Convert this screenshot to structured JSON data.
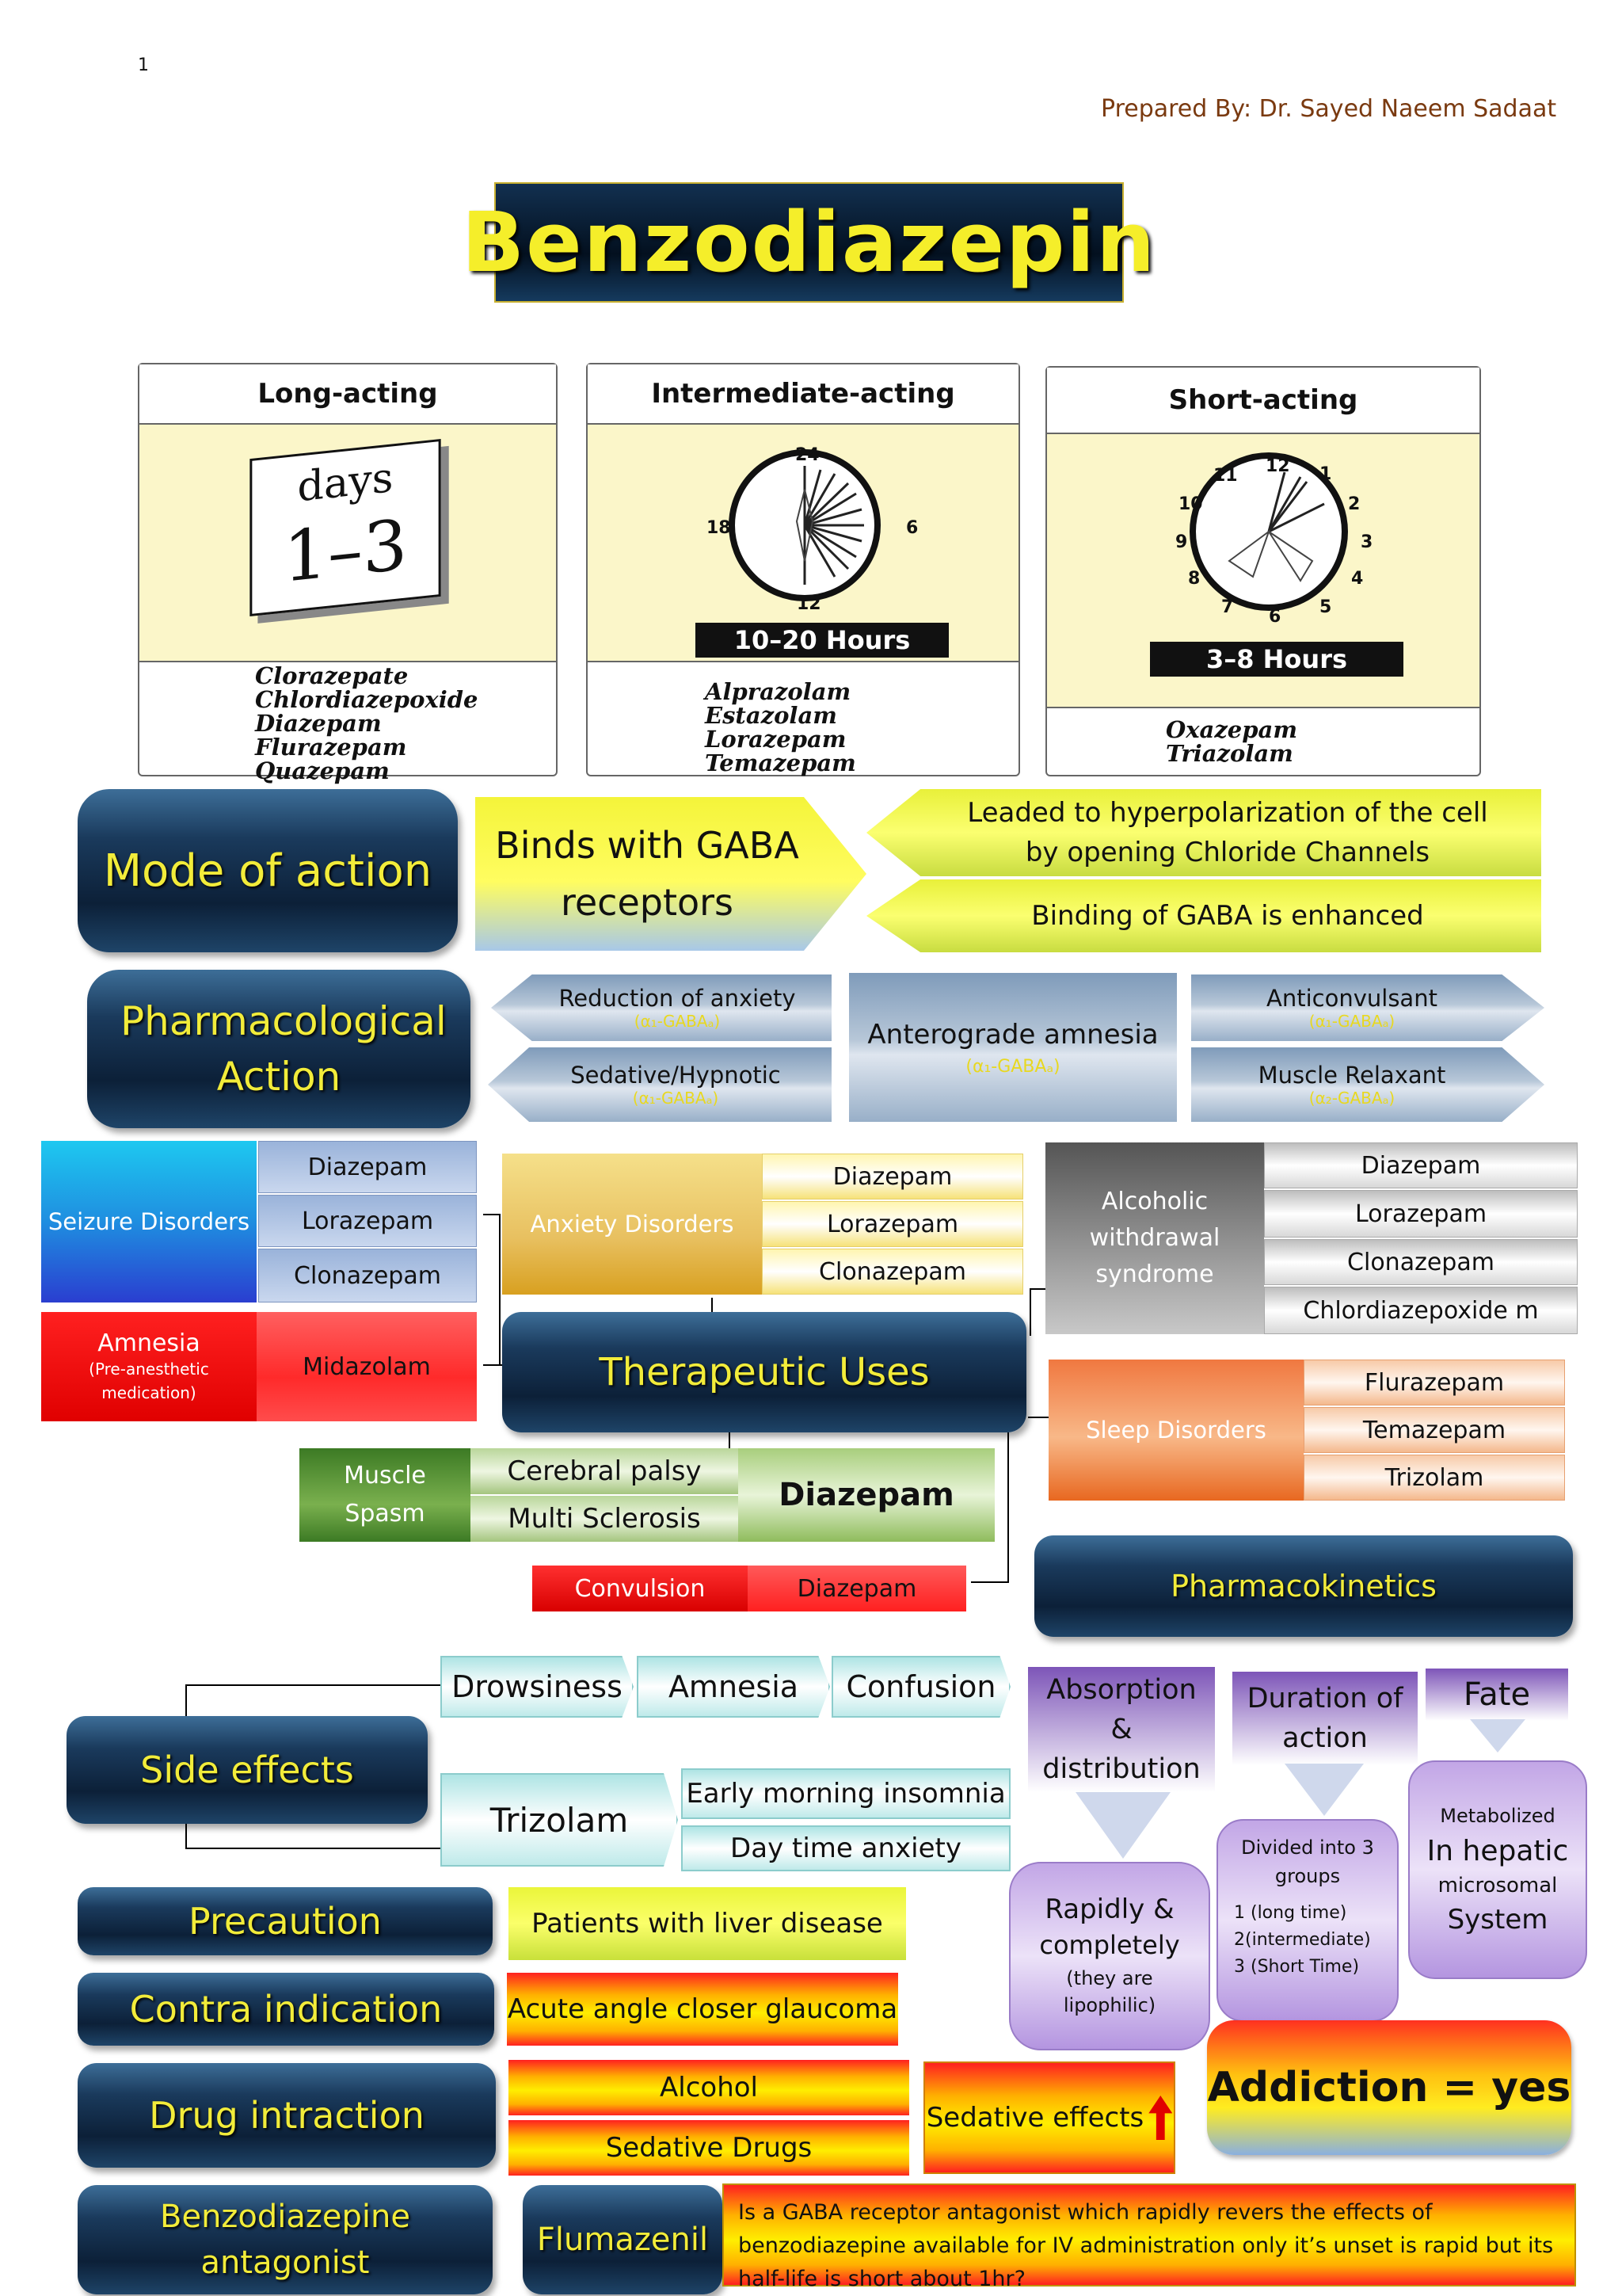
{
  "page": {
    "number": "1",
    "prepared_by": "Prepared By: Dr. Sayed Naeem Sadaat"
  },
  "title": "Benzodiazepin",
  "durations": [
    {
      "header": "Long-acting",
      "graphic_top": "days",
      "graphic_bottom": "1–3",
      "label": "",
      "drugs": [
        "Clorazepate",
        "Chlordiazepoxide",
        "Diazepam",
        "Flurazepam",
        "Quazepam"
      ]
    },
    {
      "header": "Intermediate-acting",
      "clock_numbers": [
        "24",
        "6",
        "12",
        "18"
      ],
      "label": "10–20 Hours",
      "drugs": [
        "Alprazolam",
        "Estazolam",
        "Lorazepam",
        "Temazepam"
      ]
    },
    {
      "header": "Short-acting",
      "clock_numbers": [
        "12",
        "1",
        "2",
        "3",
        "4",
        "5",
        "6",
        "7",
        "8",
        "9",
        "10",
        "11"
      ],
      "label": "3–8 Hours",
      "drugs": [
        "Oxazepam",
        "Triazolam"
      ]
    }
  ],
  "mode_of_action": {
    "label": "Mode of action",
    "binds": "Binds with GABA receptors",
    "effects": [
      "Leaded to hyperpolarization of the cell by opening Chloride Channels",
      "Binding of GABA is enhanced"
    ]
  },
  "pharmacological_action": {
    "label": "Pharmacological Action",
    "items": [
      {
        "name": "Reduction of anxiety",
        "sub": "(α₁-GABAₐ)"
      },
      {
        "name": "Sedative/Hypnotic",
        "sub": "(α₁-GABAₐ)"
      },
      {
        "name": "Anterograde amnesia",
        "sub": "(α₁-GABAₐ)"
      },
      {
        "name": "Anticonvulsant",
        "sub": "(α₁-GABAₐ)"
      },
      {
        "name": "Muscle Relaxant",
        "sub": "(α₂-GABAₐ)"
      }
    ]
  },
  "therapeutic_uses": {
    "label": "Therapeutic Uses",
    "seizure": {
      "label": "Seizure Disorders",
      "drugs": [
        "Diazepam",
        "Lorazepam",
        "Clonazepam"
      ]
    },
    "amnesia": {
      "label": "Amnesia",
      "sub": "(Pre-anesthetic medication)",
      "drug": "Midazolam"
    },
    "anxiety": {
      "label": "Anxiety Disorders",
      "drugs": [
        "Diazepam",
        "Lorazepam",
        "Clonazepam"
      ]
    },
    "alcoholic": {
      "label": "Alcoholic withdrawal syndrome",
      "drugs": [
        "Diazepam",
        "Lorazepam",
        "Clonazepam",
        "Chlordiazepoxide m"
      ]
    },
    "sleep": {
      "label": "Sleep Disorders",
      "drugs": [
        "Flurazepam",
        "Temazepam",
        "Trizolam"
      ]
    },
    "muscle": {
      "label": "Muscle Spasm",
      "conditions": [
        "Cerebral palsy",
        "Multi Sclerosis"
      ],
      "drug": "Diazepam"
    },
    "convulsion": {
      "label": "Convulsion",
      "drug": "Diazepam"
    }
  },
  "side_effects": {
    "label": "Side effects",
    "items": [
      "Drowsiness",
      "Amnesia",
      "Confusion"
    ],
    "trizolam": "Trizolam",
    "trizolam_effects": [
      "Early morning insomnia",
      "Day time anxiety"
    ]
  },
  "precaution": {
    "label": "Precaution",
    "value": "Patients with liver disease"
  },
  "contra": {
    "label": "Contra indication",
    "value": "Acute angle closer glaucoma"
  },
  "drug_interaction": {
    "label": "Drug intraction",
    "items": [
      "Alcohol",
      "Sedative Drugs"
    ],
    "result": "Sedative effects"
  },
  "antagonist": {
    "label": "Benzodiazepine antagonist",
    "drug": "Flumazenil",
    "description": "Is a GABA receptor antagonist which rapidly revers the effects of benzodiazepine available for IV administration only it’s unset is rapid but its half-life is short about 1hr?"
  },
  "pharmacokinetics": {
    "label": "Pharmacokinetics",
    "absorption": {
      "header": "Absorption & distribution",
      "line1": "Rapidly &",
      "line2": "completely",
      "sub": "(they are lipophilic)"
    },
    "duration": {
      "header": "Duration of action",
      "intro": "Divided into 3 groups",
      "groups": [
        "1 (long time)",
        "2(intermediate)",
        "3 (Short Time)"
      ]
    },
    "fate": {
      "header": "Fate",
      "line1": "Metabolized",
      "line2": "In hepatic",
      "line3": "microsomal",
      "line4": "System"
    }
  },
  "addiction": "Addiction = yes",
  "colors": {
    "navy": "#0c2038",
    "title_text": "#f2ec3a",
    "prepared_by": "#7a3a10"
  }
}
